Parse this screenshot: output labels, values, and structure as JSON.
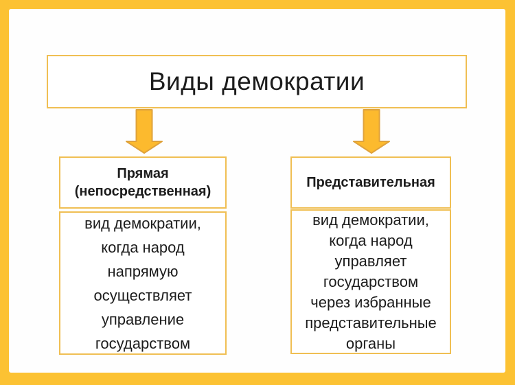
{
  "palette": {
    "frame_yellow": "#fcc233",
    "box_border": "#f0bf53",
    "arrow_fill": "#fcba2e",
    "arrow_stroke": "#dfa23b",
    "text_black": "#1c1c1c"
  },
  "title": {
    "label": "Виды демократии"
  },
  "branches": [
    {
      "header": "Прямая\n(непосредственная)",
      "body": "вид демократии,\nкогда народ\nнапрямую\nосуществляет\nуправление\nгосударством"
    },
    {
      "header": "Представительная",
      "body": "вид демократии,\nкогда народ\nуправляет\nгосударством\nчерез избранные\nпредставительные\nорганы"
    }
  ]
}
